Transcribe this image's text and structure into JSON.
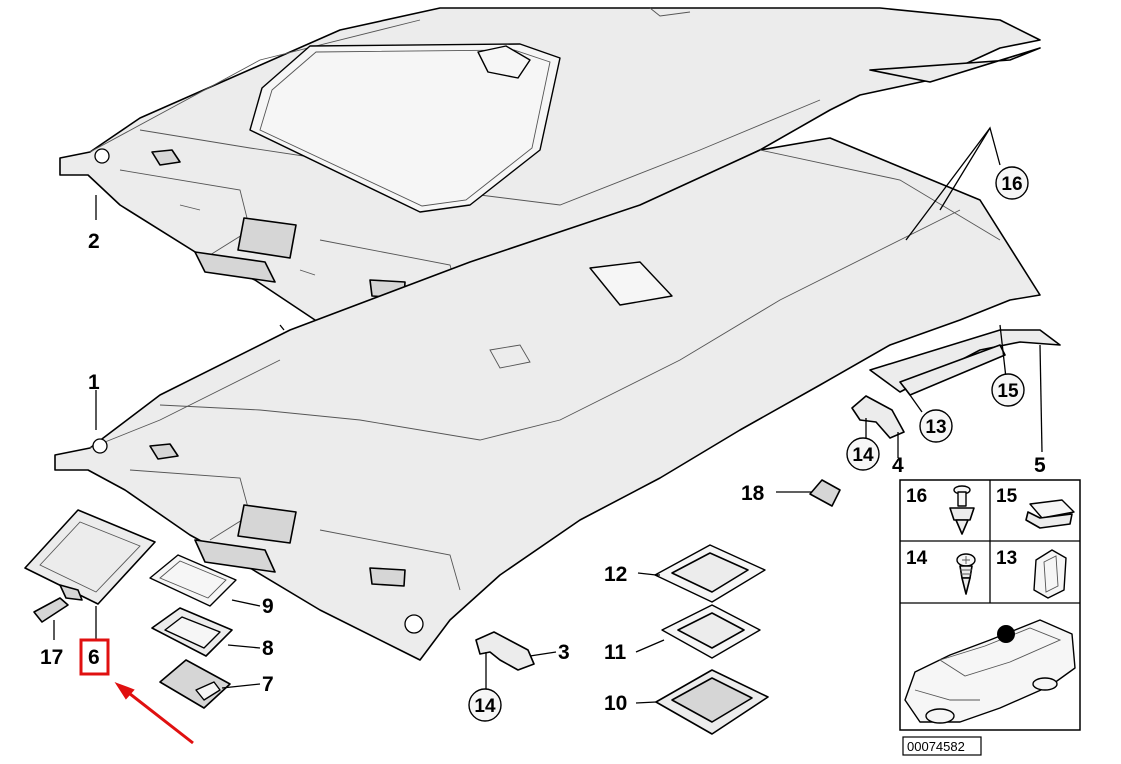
{
  "diagram": {
    "labels": {
      "l1": "1",
      "l2": "2",
      "l3": "3",
      "l4": "4",
      "l5": "5",
      "l6": "6",
      "l7": "7",
      "l8": "8",
      "l9": "9",
      "l10": "10",
      "l11": "11",
      "l12": "12",
      "l13": "13",
      "l14a": "14",
      "l14b": "14",
      "l15": "15",
      "l16": "16",
      "l17": "17",
      "l18": "18"
    },
    "inset": {
      "c16": "16",
      "c15": "15",
      "c14": "14",
      "c13": "13"
    },
    "diagram_code": "00074582",
    "highlight_color": "#e01010"
  }
}
